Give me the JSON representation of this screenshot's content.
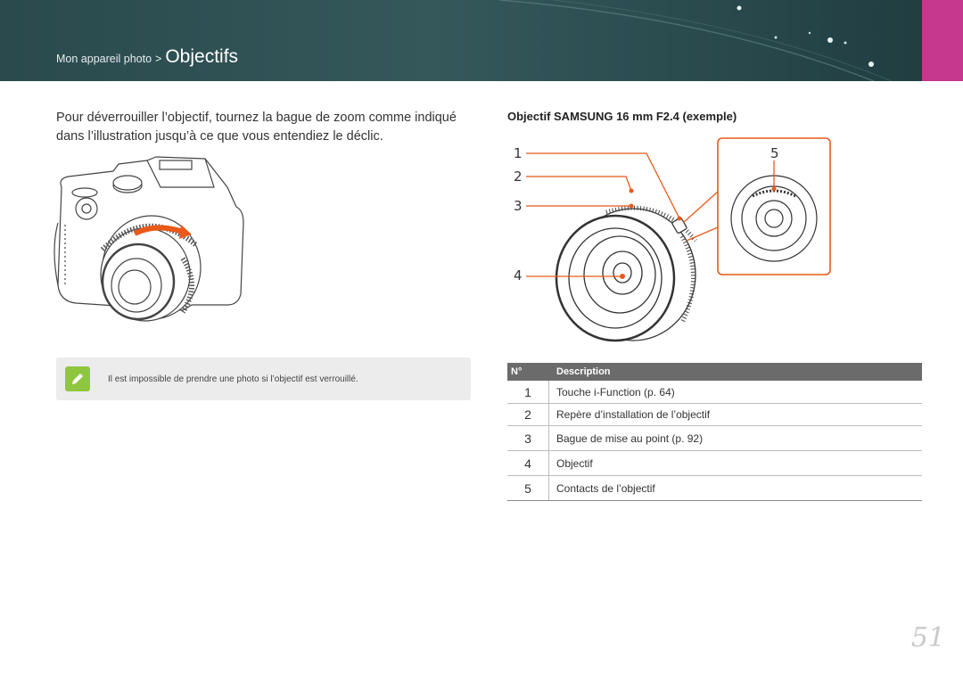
{
  "header": {
    "breadcrumb_parent": "Mon appareil photo",
    "breadcrumb_separator": ">",
    "breadcrumb_current": "Objectifs",
    "tab_color": "#c6378e"
  },
  "intro": {
    "text": "Pour déverrouiller l’objectif, tournez la bague de zoom comme indiqué dans l’illustration jusqu’à ce que vous entendiez le déclic."
  },
  "note": {
    "icon": "pencil-note-icon",
    "icon_color": "#8fc640",
    "text": "Il est impossible de prendre une photo si l’objectif est verrouillé."
  },
  "lens": {
    "title": "Objectif SAMSUNG 16 mm F2.4 (exemple)",
    "callouts": [
      "1",
      "2",
      "3",
      "4",
      "5"
    ],
    "accent_color": "#e8591a"
  },
  "table": {
    "header_num": "N°",
    "header_desc": "Description",
    "rows": [
      {
        "num": "1",
        "desc": "Touche i-Function (p. 64)"
      },
      {
        "num": "2",
        "desc": "Repère d’installation de l’objectif"
      },
      {
        "num": "3",
        "desc": "Bague de mise au point (p. 92)"
      },
      {
        "num": "4",
        "desc": "Objectif"
      },
      {
        "num": "5",
        "desc": "Contacts de l’objectif"
      }
    ]
  },
  "page_number": "51"
}
